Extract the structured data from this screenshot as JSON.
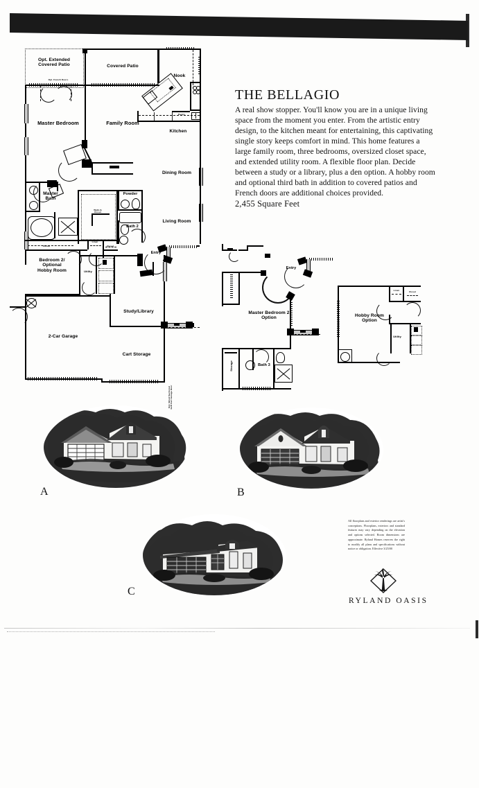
{
  "document": {
    "kind": "floor-plan-brochure",
    "plan_name": "THE BELLAGIO",
    "square_feet": "2,455 Square Feet",
    "description": "A real show stopper. You'll know you are in a unique living space from the moment you enter. From the artistic entry design, to the kitchen meant for entertaining, this captivating single story keeps comfort in mind. This home features a large family room, three bedrooms, oversized closet space, and extended utility room. A flexible floor plan. Decide between a study or a library, plus a den option. A hobby room and optional third bath in addition to covered patios and French doors are additional choices provided."
  },
  "main_plan": {
    "name": "main-floor-plan",
    "rooms": [
      {
        "key": "opt_extended_covered_patio",
        "label": "Opt. Extended\nCovered Patio"
      },
      {
        "key": "covered_patio",
        "label": "Covered Patio"
      },
      {
        "key": "nook",
        "label": "Nook"
      },
      {
        "key": "master_bedroom",
        "label": "Master Bedroom"
      },
      {
        "key": "family_room",
        "label": "Family Room"
      },
      {
        "key": "kitchen",
        "label": "Kitchen"
      },
      {
        "key": "dining_room",
        "label": "Dining Room"
      },
      {
        "key": "master_bath",
        "label": "Master\nBath"
      },
      {
        "key": "walk_in_closet",
        "label": "Walk-In\nCloset"
      },
      {
        "key": "powder",
        "label": "Powder"
      },
      {
        "key": "bath_2",
        "label": "Bath 2"
      },
      {
        "key": "living_room",
        "label": "Living Room"
      },
      {
        "key": "bedroom_2_optional_hobby_room",
        "label": "Bedroom 2/\nOptional\nHobby Room"
      },
      {
        "key": "utility",
        "label": "Utility"
      },
      {
        "key": "entry",
        "label": "Entry"
      },
      {
        "key": "study_library",
        "label": "Study/Library"
      },
      {
        "key": "two_car_garage",
        "label": "2-Car Garage"
      },
      {
        "key": "cart_storage",
        "label": "Cart Storage"
      },
      {
        "key": "linen",
        "label": "Linen"
      },
      {
        "key": "closet_a",
        "label": "Closet"
      },
      {
        "key": "closet_b",
        "label": "Closet"
      },
      {
        "key": "pantry",
        "label": "Pantry"
      }
    ],
    "notes": [
      {
        "key": "opt_french_doors",
        "label": "Opt. French Doors"
      },
      {
        "key": "opt_golf_cart_garage_door",
        "label": "Opt. Wood Sectional\nGolf Cart Garage Door"
      }
    ]
  },
  "option_plan_bedroom": {
    "name": "master-bedroom-2-option",
    "title": "Master Bedroom 2\nOption",
    "rooms": [
      {
        "key": "entry",
        "label": "Entry"
      },
      {
        "key": "bath_3",
        "label": "Bath 3"
      },
      {
        "key": "storage",
        "label": "Storage"
      }
    ]
  },
  "option_plan_hobby": {
    "name": "hobby-room-option",
    "title": "Hobby Room\nOption",
    "rooms": [
      {
        "key": "utility",
        "label": "Utility"
      },
      {
        "key": "linen",
        "label": "Linen"
      },
      {
        "key": "closet",
        "label": "Closet"
      }
    ]
  },
  "elevations": [
    {
      "key": "elevation-a",
      "letter": "A"
    },
    {
      "key": "elevation-b",
      "letter": "B"
    },
    {
      "key": "elevation-c",
      "letter": "C"
    }
  ],
  "footer": {
    "disclaimer": "All floorplans and exterior renderings are artist's conceptions. Floorplans, exteriors and standard features may vary depending on the elevation and options selected. Room dimensions are approximate. Ryland Homes reserves the right to modify all plans and specifications without notice or obligation. Effective 3/25/00",
    "brand_name": "RYLAND OASIS",
    "brand_logo_icon": "palm-tree-diamond-logo"
  },
  "colors": {
    "paper": "#fdfdfc",
    "ink": "#000000",
    "scan_bar": "#1a1a1a",
    "wall_fill": "#c9c9c9"
  }
}
